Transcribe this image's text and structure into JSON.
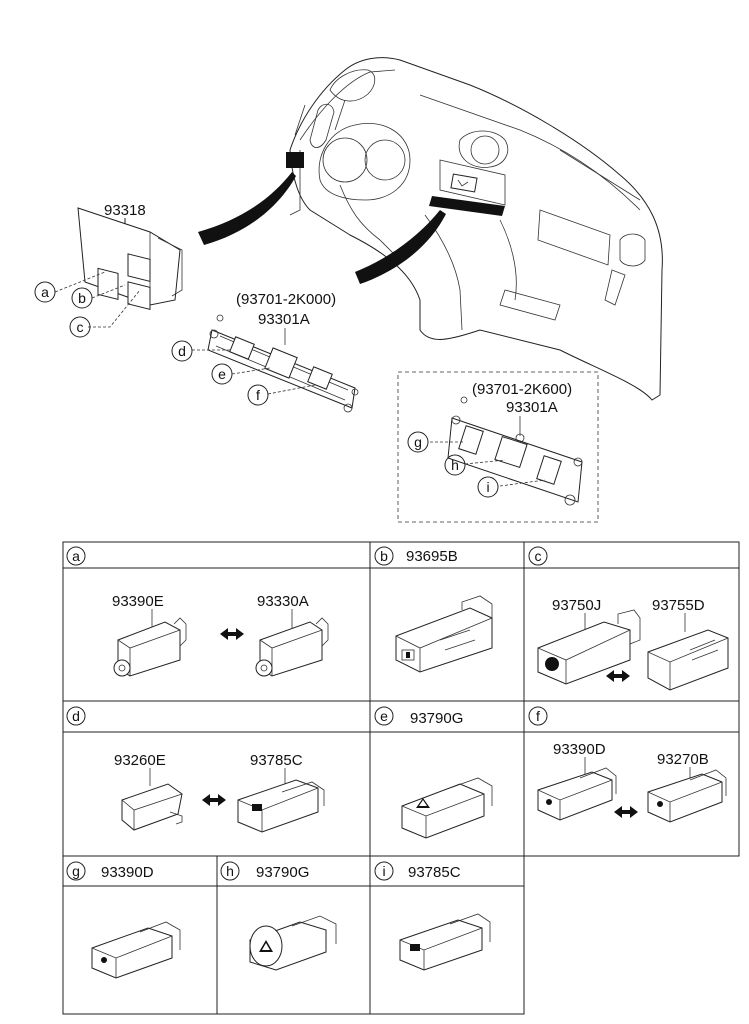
{
  "diagram": {
    "top": {
      "part_93318": "93318",
      "kit_a_ref": "(93701-2K000)",
      "kit_a_part": "93301A",
      "kit_b_ref": "(93701-2K600)",
      "kit_b_part": "93301A",
      "callouts": [
        "a",
        "b",
        "c",
        "d",
        "e",
        "f",
        "g",
        "h",
        "i"
      ]
    },
    "table": {
      "cells": [
        {
          "letter": "a",
          "header_part": "",
          "parts": [
            "93390E",
            "93330A"
          ]
        },
        {
          "letter": "b",
          "header_part": "93695B",
          "parts": []
        },
        {
          "letter": "c",
          "header_part": "",
          "parts": [
            "93750J",
            "93755D"
          ]
        },
        {
          "letter": "d",
          "header_part": "",
          "parts": [
            "93260E",
            "93785C"
          ]
        },
        {
          "letter": "e",
          "header_part": "93790G",
          "parts": []
        },
        {
          "letter": "f",
          "header_part": "",
          "parts": [
            "93390D",
            "93270B"
          ]
        },
        {
          "letter": "g",
          "header_part": "93390D",
          "parts": []
        },
        {
          "letter": "h",
          "header_part": "93790G",
          "parts": []
        },
        {
          "letter": "i",
          "header_part": "93785C",
          "parts": []
        }
      ]
    }
  }
}
